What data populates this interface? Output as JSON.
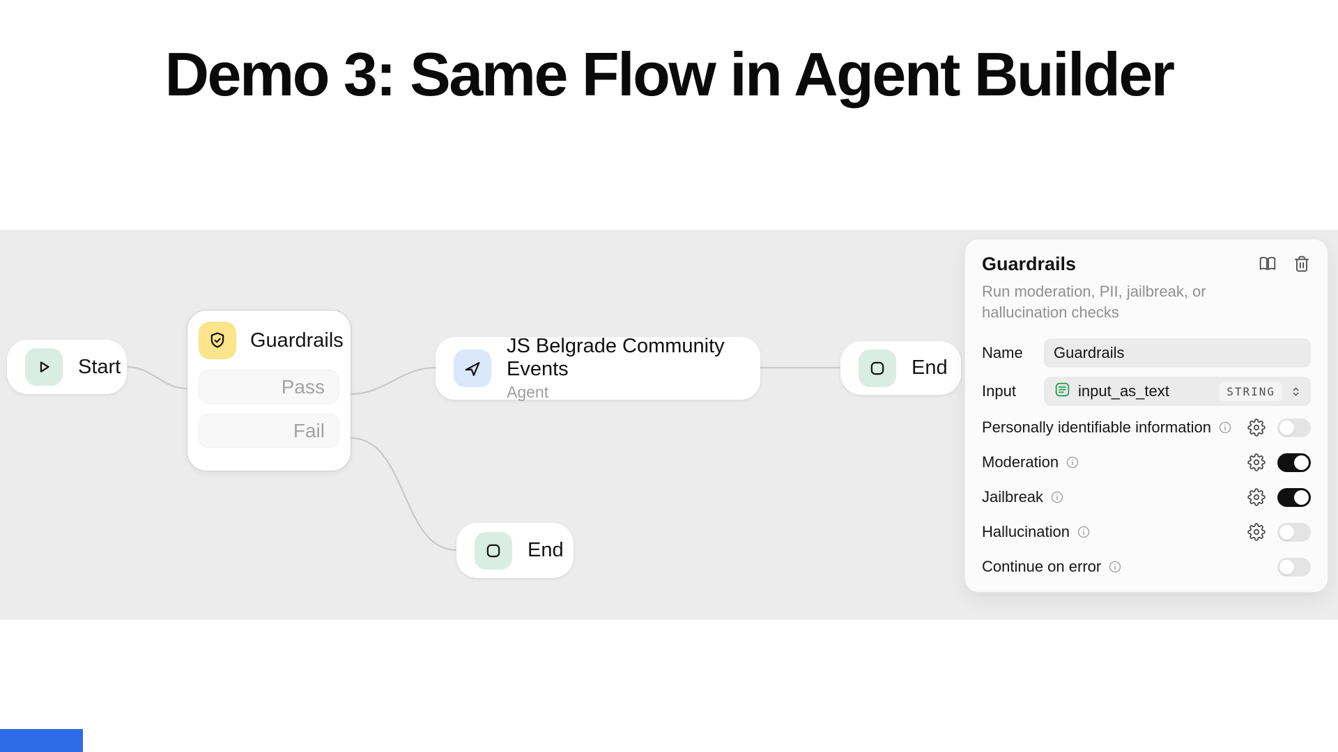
{
  "page": {
    "title": "Demo 3: Same Flow in Agent Builder"
  },
  "canvas": {
    "background": "#ececec",
    "nodes": {
      "start": {
        "label": "Start",
        "icon": "play-icon",
        "icon_color": "#d9ede3"
      },
      "guardrails": {
        "title": "Guardrails",
        "icon": "shield-check-icon",
        "icon_color": "#fbe48a",
        "branches": {
          "pass": "Pass",
          "fail": "Fail"
        }
      },
      "agent": {
        "title": "JS Belgrade Community Events",
        "subtitle": "Agent",
        "icon": "cursor-arrow-icon",
        "icon_color": "#dbe7fb"
      },
      "end_top": {
        "label": "End",
        "icon": "stop-square-icon",
        "icon_color": "#d9ede3"
      },
      "end_bottom": {
        "label": "End",
        "icon": "stop-square-icon",
        "icon_color": "#d9ede3"
      }
    },
    "edge_color": "#c9c9c9"
  },
  "panel": {
    "title": "Guardrails",
    "description": "Run moderation, PII, jailbreak, or hallucination checks",
    "actions": [
      "open-book-icon",
      "trash-icon"
    ],
    "fields": {
      "name": {
        "label": "Name",
        "value": "Guardrails"
      },
      "input": {
        "label": "Input",
        "value": "input_as_text",
        "type": "STRING",
        "value_icon": "document-lines-icon"
      }
    },
    "toggles": [
      {
        "label": "Personally identifiable information",
        "has_info": true,
        "has_gear": true,
        "on": false
      },
      {
        "label": "Moderation",
        "has_info": true,
        "has_gear": true,
        "on": true
      },
      {
        "label": "Jailbreak",
        "has_info": true,
        "has_gear": true,
        "on": true
      },
      {
        "label": "Hallucination",
        "has_info": true,
        "has_gear": true,
        "on": false
      },
      {
        "label": "Continue on error",
        "has_info": true,
        "has_gear": false,
        "on": false
      }
    ],
    "colors": {
      "toggle_on": "#101010",
      "toggle_off": "#e4e4e4",
      "input_icon_green": "#21a453"
    }
  },
  "bottom_bar": {
    "color": "#2e6be6"
  }
}
